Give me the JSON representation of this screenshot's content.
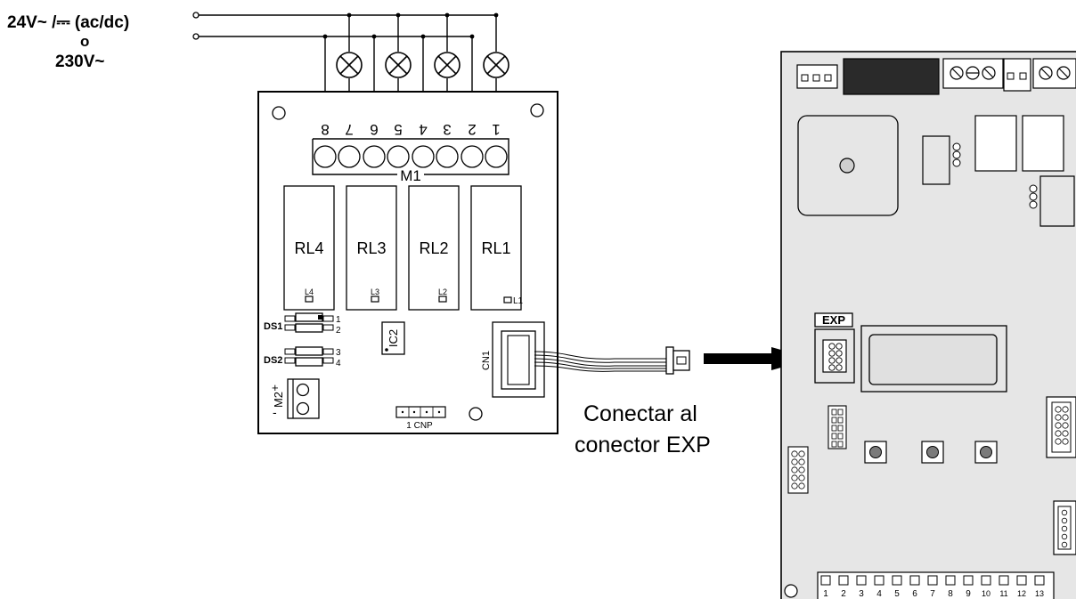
{
  "supply": {
    "line1": "24V~ /⎓ (ac/dc)",
    "line2": "o",
    "line3": "230V~"
  },
  "relay_board": {
    "terminal_block_label": "M1",
    "terminal_numbers": [
      "8",
      "7",
      "6",
      "5",
      "4",
      "3",
      "2",
      "1"
    ],
    "relays": [
      "RL4",
      "RL3",
      "RL2",
      "RL1"
    ],
    "leds": [
      "L4",
      "L3",
      "L2",
      "L1"
    ],
    "dip_switches": [
      {
        "name": "DS1",
        "pins": [
          "1",
          "2"
        ]
      },
      {
        "name": "DS2",
        "pins": [
          "3",
          "4"
        ]
      }
    ],
    "ic_label": "IC2",
    "connector_label": "CN1",
    "power_terminal_label": "M2",
    "power_terminal_signs": [
      "+",
      "-"
    ],
    "cnp_label": "1 CNP"
  },
  "callout": {
    "line1": "Conectar al",
    "line2": "conector EXP"
  },
  "main_board": {
    "exp_label": "EXP",
    "bottom_terminals": [
      "1",
      "2",
      "3",
      "4",
      "5",
      "6",
      "7",
      "8",
      "9",
      "10",
      "11",
      "12",
      "13"
    ]
  }
}
